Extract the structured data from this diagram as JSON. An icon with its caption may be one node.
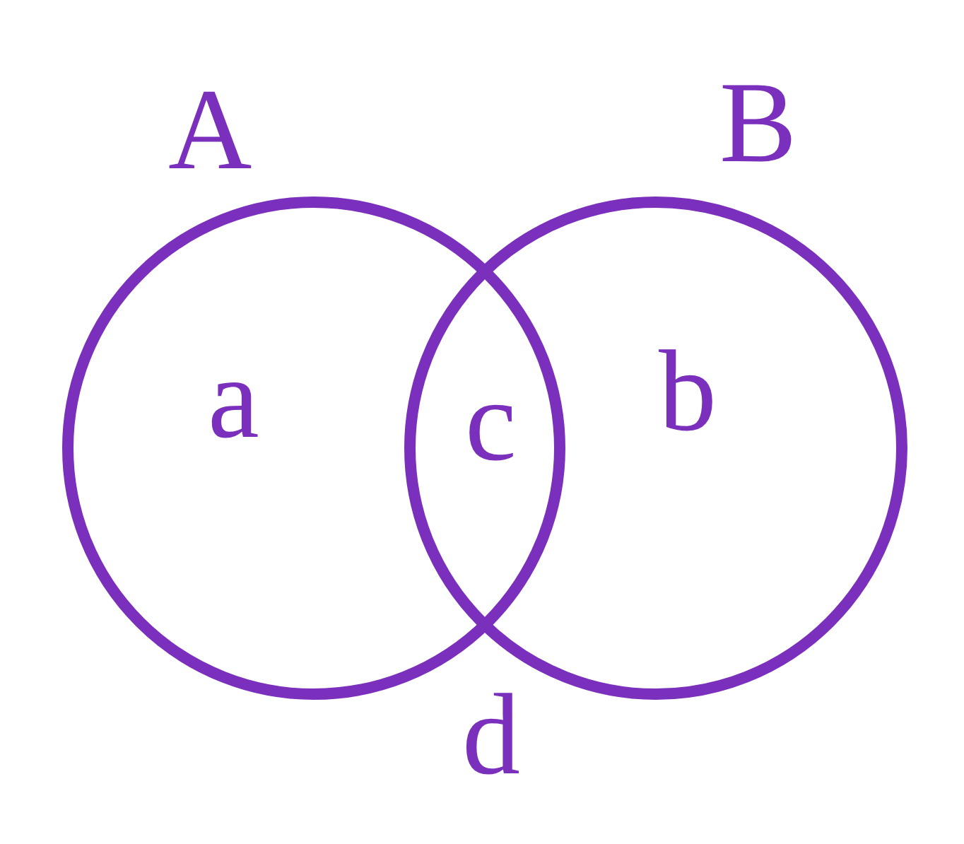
{
  "diagram": {
    "nodes": [
      {
        "text": [
          "A",
          "a"
        ]
      },
      {
        "text": [
          "B",
          "b"
        ]
      }
    ],
    "labels": [
      "c",
      "d"
    ]
  }
}
